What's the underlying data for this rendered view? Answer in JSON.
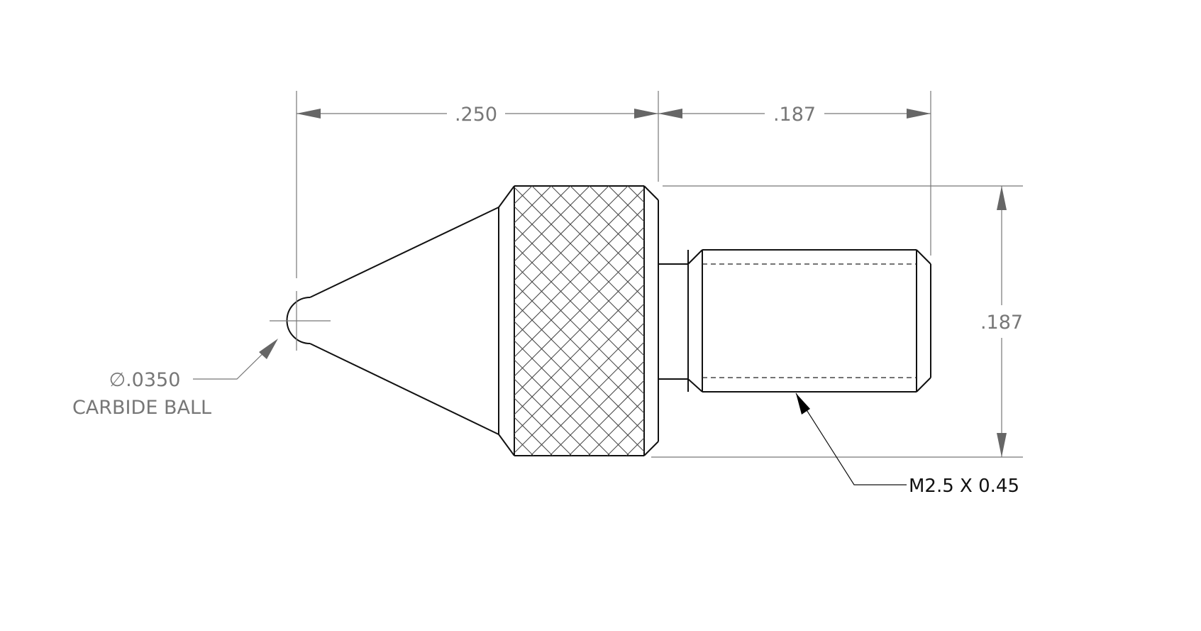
{
  "dimensions": {
    "tip_to_knurl": ".250",
    "thread_length": ".187",
    "knurl_height": ".187"
  },
  "callouts": {
    "ball_diameter": "∅.0350",
    "ball_material": "CARBIDE BALL",
    "thread_spec": "M2.5 X 0.45"
  }
}
